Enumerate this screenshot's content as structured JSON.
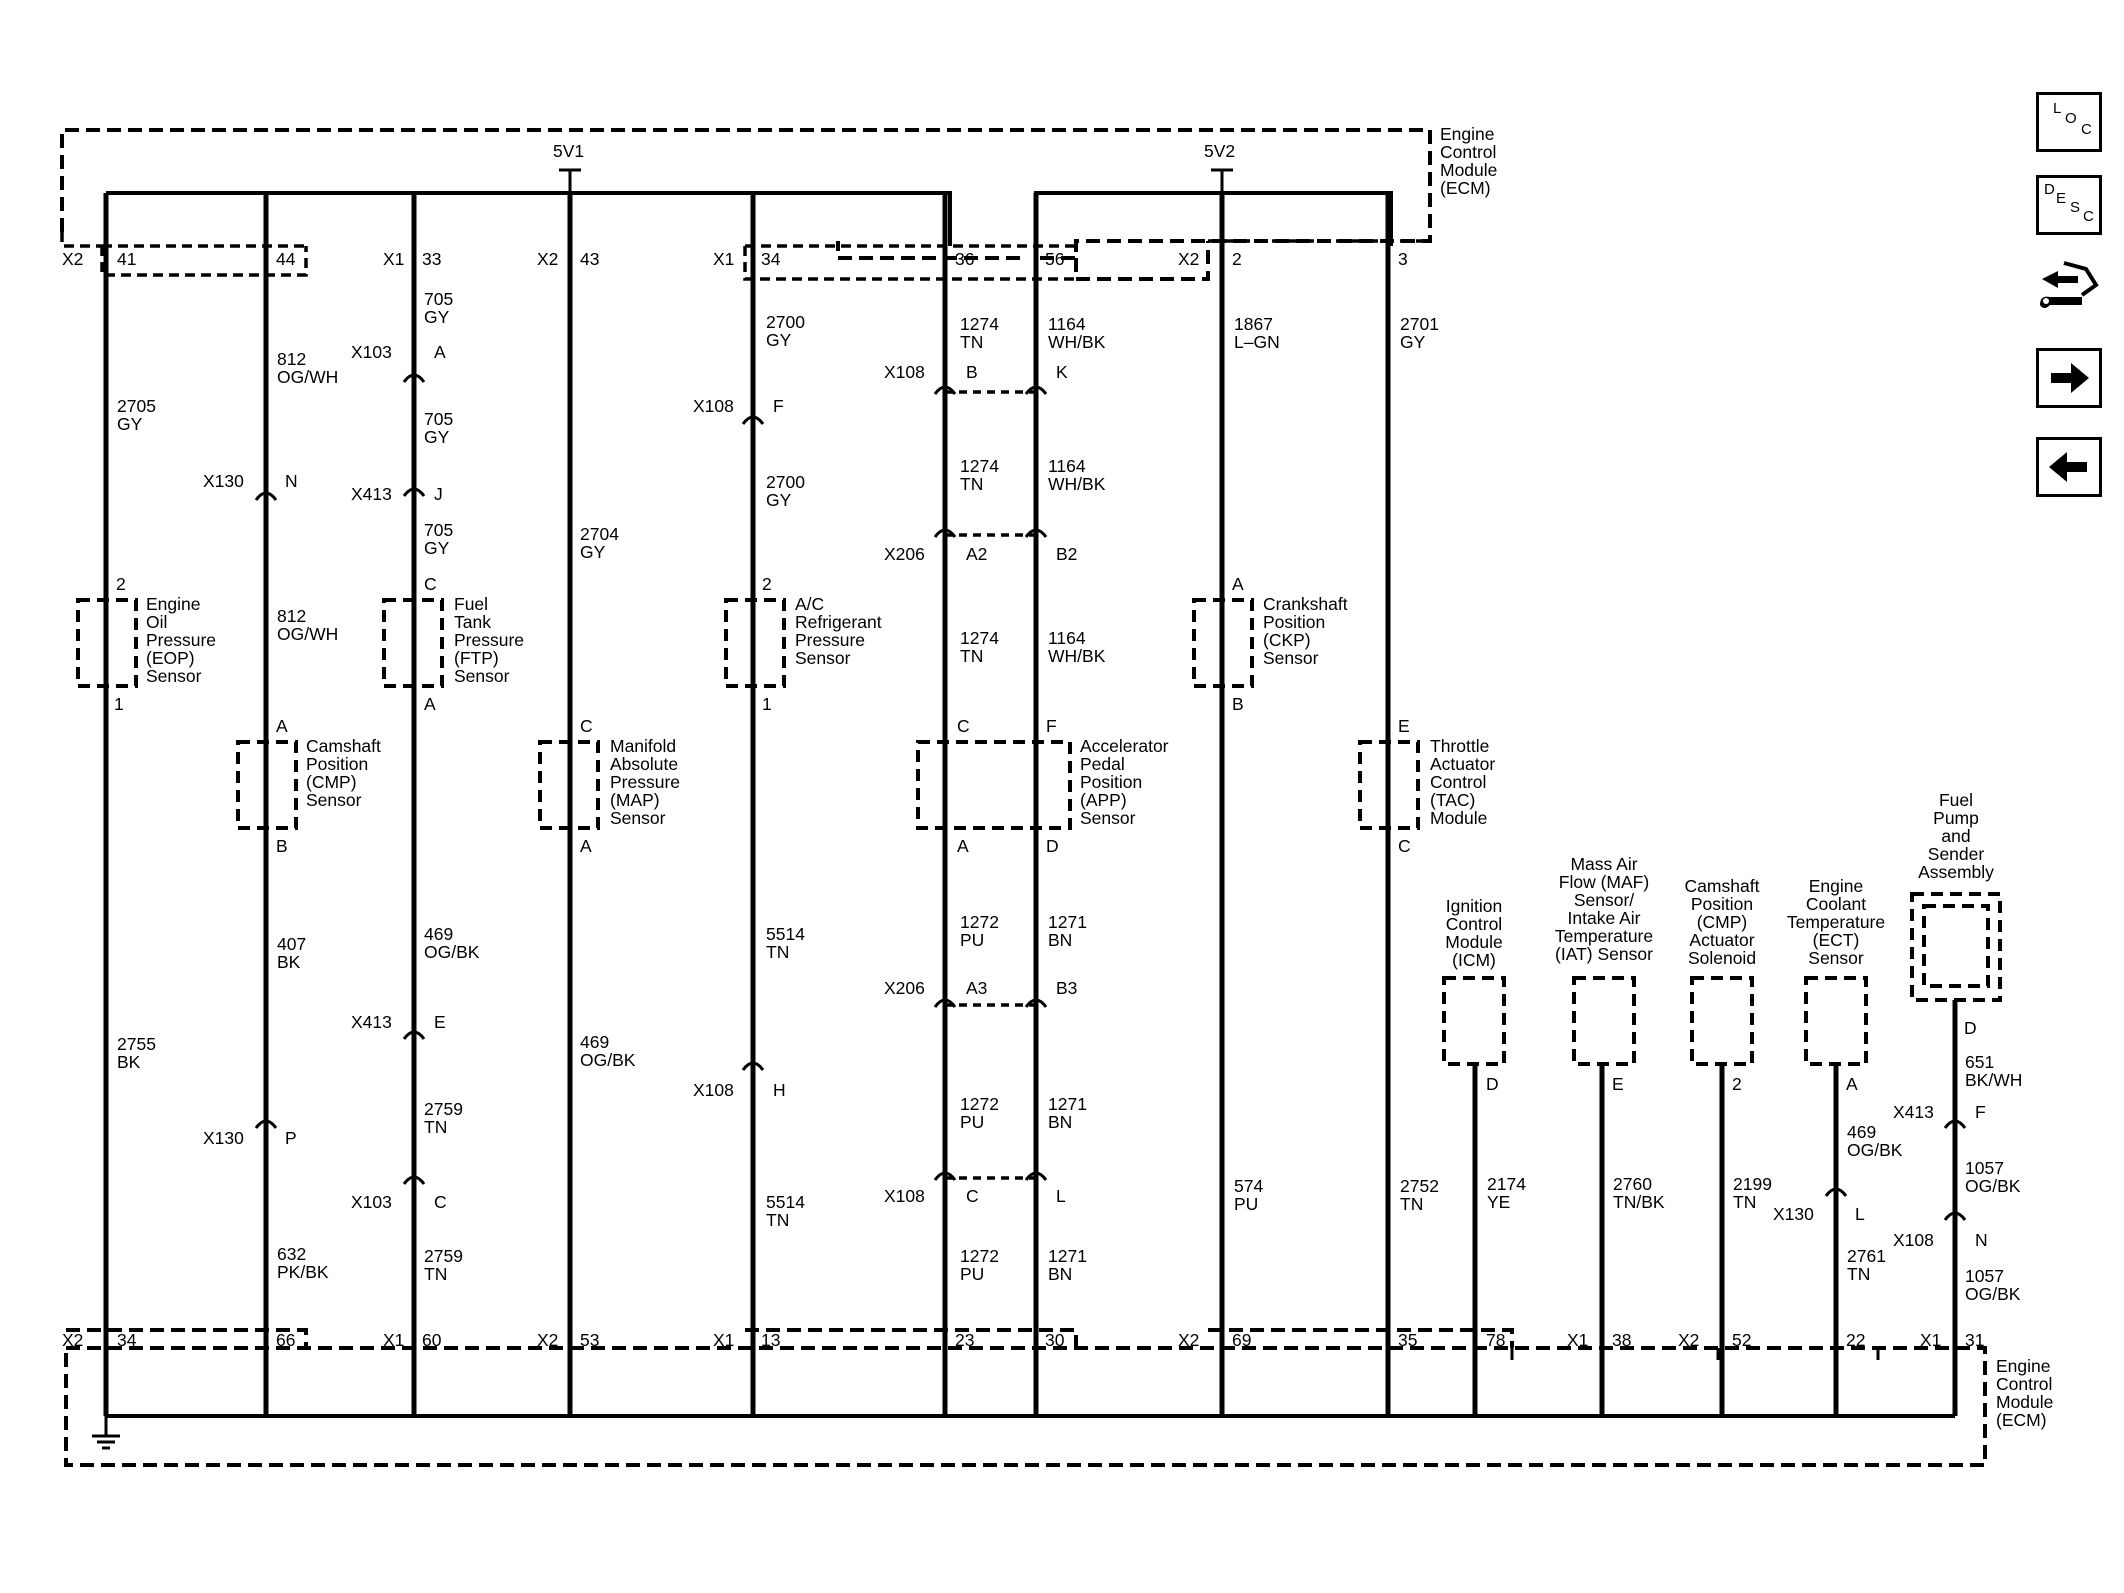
{
  "ecm_top": {
    "label": "Engine\nControl\nModule\n(ECM)"
  },
  "ecm_bottom": {
    "label": "Engine\nControl\nModule\n(ECM)"
  },
  "reference_voltages": [
    "5V1",
    "5V2"
  ],
  "top_pins": [
    {
      "conn": "X2",
      "pin": "41"
    },
    {
      "pin": "44"
    },
    {
      "conn": "X1",
      "pin": "33"
    },
    {
      "conn": "X2",
      "pin": "43"
    },
    {
      "conn": "X1",
      "pin": "34"
    },
    {
      "pin": "36"
    },
    {
      "pin": "56"
    },
    {
      "conn": "X2",
      "pin": "2"
    },
    {
      "pin": "3"
    }
  ],
  "bottom_pins": [
    {
      "conn": "X2",
      "pin": "34"
    },
    {
      "pin": "66"
    },
    {
      "conn": "X1",
      "pin": "60"
    },
    {
      "conn": "X2",
      "pin": "53"
    },
    {
      "conn": "X1",
      "pin": "13"
    },
    {
      "pin": "23"
    },
    {
      "pin": "30"
    },
    {
      "conn": "X2",
      "pin": "69"
    },
    {
      "pin": "35"
    },
    {
      "pin": "78"
    },
    {
      "conn": "X1",
      "pin": "38"
    },
    {
      "conn": "X2",
      "pin": "52"
    },
    {
      "pin": "22"
    },
    {
      "conn": "X1",
      "pin": "31"
    }
  ],
  "wire_labels": [
    "2705\nGY",
    "2755\nBK",
    "812\nOG/WH",
    "812\nOG/WH",
    "407\nBK",
    "632\nPK/BK",
    "705\nGY",
    "705\nGY",
    "705\nGY",
    "469\nOG/BK",
    "2759\nTN",
    "2759\nTN",
    "2704\nGY",
    "469\nOG/BK",
    "2700\nGY",
    "2700\nGY",
    "5514\nTN",
    "5514\nTN",
    "1274\nTN",
    "1274\nTN",
    "1274\nTN",
    "1272\nPU",
    "1272\nPU",
    "1272\nPU",
    "1164\nWH/BK",
    "1164\nWH/BK",
    "1164\nWH/BK",
    "1271\nBN",
    "1271\nBN",
    "1271\nBN",
    "1867\nL–GN",
    "574\nPU",
    "2701\nGY",
    "2752\nTN",
    "2174\nYE",
    "2760\nTN/BK",
    "2199\nTN",
    "469\nOG/BK",
    "2761\nTN",
    "651\nBK/WH",
    "1057\nOG/BK",
    "1057\nOG/BK"
  ],
  "inline_connectors": [
    {
      "conn": "X103",
      "pin": "A"
    },
    {
      "conn": "X413",
      "pin": "J"
    },
    {
      "conn": "X130",
      "pin": "N"
    },
    {
      "conn": "X108",
      "pin": "F"
    },
    {
      "conn": "X108",
      "pin": "B"
    },
    {
      "pin": "K"
    },
    {
      "conn": "X206",
      "pin": "A2"
    },
    {
      "pin": "B2"
    },
    {
      "conn": "X206",
      "pin": "A3"
    },
    {
      "pin": "B3"
    },
    {
      "conn": "X108",
      "pin": "C"
    },
    {
      "pin": "L"
    },
    {
      "conn": "X413",
      "pin": "E"
    },
    {
      "conn": "X103",
      "pin": "C"
    },
    {
      "conn": "X130",
      "pin": "P"
    },
    {
      "conn": "X108",
      "pin": "H"
    },
    {
      "conn": "X130",
      "pin": "L"
    },
    {
      "conn": "X413",
      "pin": "F"
    },
    {
      "conn": "X108",
      "pin": "N"
    }
  ],
  "components": [
    {
      "name": "Engine\nOil\nPressure\n(EOP)\nSensor",
      "pins": [
        "2",
        "1"
      ]
    },
    {
      "name": "Camshaft\nPosition\n(CMP)\nSensor",
      "pins": [
        "A",
        "B"
      ]
    },
    {
      "name": "Fuel\nTank\nPressure\n(FTP)\nSensor",
      "pins": [
        "C",
        "A"
      ]
    },
    {
      "name": "Manifold\nAbsolute\nPressure\n(MAP)\nSensor",
      "pins": [
        "C",
        "A"
      ]
    },
    {
      "name": "A/C\nRefrigerant\nPressure\nSensor",
      "pins": [
        "2",
        "1"
      ]
    },
    {
      "name": "Accelerator\nPedal\nPosition\n(APP)\nSensor",
      "pins": [
        "C",
        "F",
        "A",
        "D"
      ]
    },
    {
      "name": "Crankshaft\nPosition\n(CKP)\nSensor",
      "pins": [
        "A",
        "B"
      ]
    },
    {
      "name": "Throttle\nActuator\nControl\n(TAC)\nModule",
      "pins": [
        "E",
        "C"
      ]
    },
    {
      "name": "Ignition\nControl\nModule\n(ICM)",
      "pins": [
        "D"
      ]
    },
    {
      "name": "Mass Air\nFlow (MAF)\nSensor/\nIntake Air\nTemperature\n(IAT) Sensor",
      "pins": [
        "E"
      ]
    },
    {
      "name": "Camshaft\nPosition\n(CMP)\nActuator\nSolenoid",
      "pins": [
        "2"
      ]
    },
    {
      "name": "Engine\nCoolant\nTemperature\n(ECT)\nSensor",
      "pins": [
        "A"
      ]
    },
    {
      "name": "Fuel\nPump\nand\nSender\nAssembly",
      "pins": [
        "D"
      ]
    }
  ],
  "nav_buttons": [
    {
      "name": "location",
      "letters": [
        "L",
        "O",
        "C"
      ]
    },
    {
      "name": "description",
      "letters": [
        "D",
        "E",
        "S",
        "C"
      ]
    },
    {
      "name": "diagnostics",
      "icon": "wrench-icon"
    },
    {
      "name": "next",
      "icon": "arrow-right-icon"
    },
    {
      "name": "previous",
      "icon": "arrow-left-icon"
    }
  ]
}
